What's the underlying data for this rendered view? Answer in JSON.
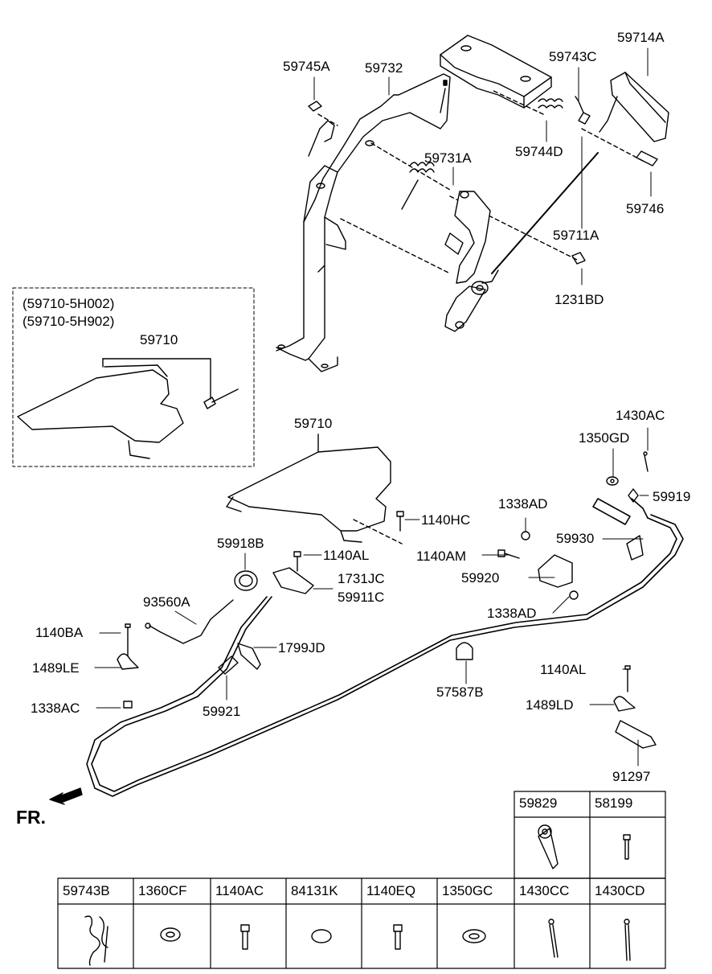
{
  "labels": {
    "p59745A": "59745A",
    "p59732": "59732",
    "p59743C": "59743C",
    "p59714A": "59714A",
    "p59744D": "59744D",
    "p59731A": "59731A",
    "p59746": "59746",
    "p59711A": "59711A",
    "p1231BD": "1231BD",
    "variant1": "(59710-5H002)",
    "variant2": "(59710-5H902)",
    "p59710_inset": "59710",
    "p59710": "59710",
    "p1430AC": "1430AC",
    "p1350GD": "1350GD",
    "p59919": "59919",
    "p1338AD_top": "1338AD",
    "p1140HC": "1140HC",
    "p59930": "59930",
    "p59918B": "59918B",
    "p1140AL_mid": "1140AL",
    "p1140AM": "1140AM",
    "p1731JC": "1731JC",
    "p59911C": "59911C",
    "p59920": "59920",
    "p93560A": "93560A",
    "p1338AD_bottom": "1338AD",
    "p1140BA": "1140BA",
    "p1799JD": "1799JD",
    "p1489LE": "1489LE",
    "p1140AL_right": "1140AL",
    "p57587B": "57587B",
    "p1489LD": "1489LD",
    "p1338AC": "1338AC",
    "p59921": "59921",
    "p91297": "91297",
    "fr": "FR."
  },
  "table_top": [
    "59829",
    "58199"
  ],
  "table_bottom": [
    "59743B",
    "1360CF",
    "1140AC",
    "84131K",
    "1140EQ",
    "1350GC",
    "1430CC",
    "1430CD"
  ]
}
